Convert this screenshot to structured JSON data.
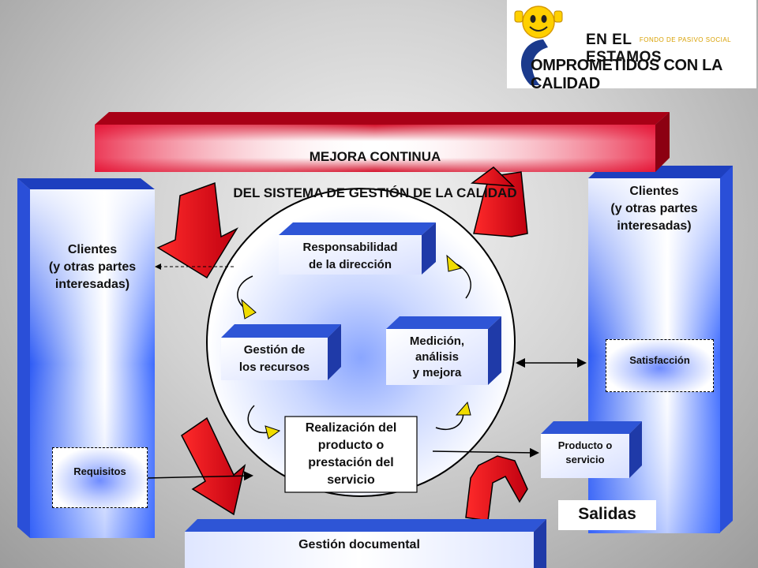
{
  "logo": {
    "line1_left": "EN EL",
    "line1_small": "FONDO DE PASIVO SOCIAL",
    "line1_right": "ESTAMOS",
    "line2": "OMPROMETIDOS CON LA CALIDAD"
  },
  "banner": {
    "line1": "MEJORA CONTINUA",
    "line2": "DEL SISTEMA DE GESTIÓN DE LA CALIDAD"
  },
  "left_column": {
    "title": "Clientes\n(y otras partes\ninteresadas)",
    "requirements": "Requisitos"
  },
  "right_column": {
    "title": "Clientes\n(y otras partes\ninteresadas)",
    "satisfaction": "Satisfacción"
  },
  "processes": {
    "management": "Responsabilidad\nde la dirección",
    "resources": "Gestión de\nlos recursos",
    "measurement": "Medición,\nanálisis\ny mejora",
    "realization": "Realización del\nproducto o\nprestación del\nservicio"
  },
  "product": "Producto o\nservicio",
  "outputs": "Salidas",
  "documents": "Gestión documental",
  "colors": {
    "banner_red": "#c8001e",
    "column_blue": "#3d6bff",
    "arrow_red": "#e00012",
    "curl_yellow": "#f0dc00"
  }
}
